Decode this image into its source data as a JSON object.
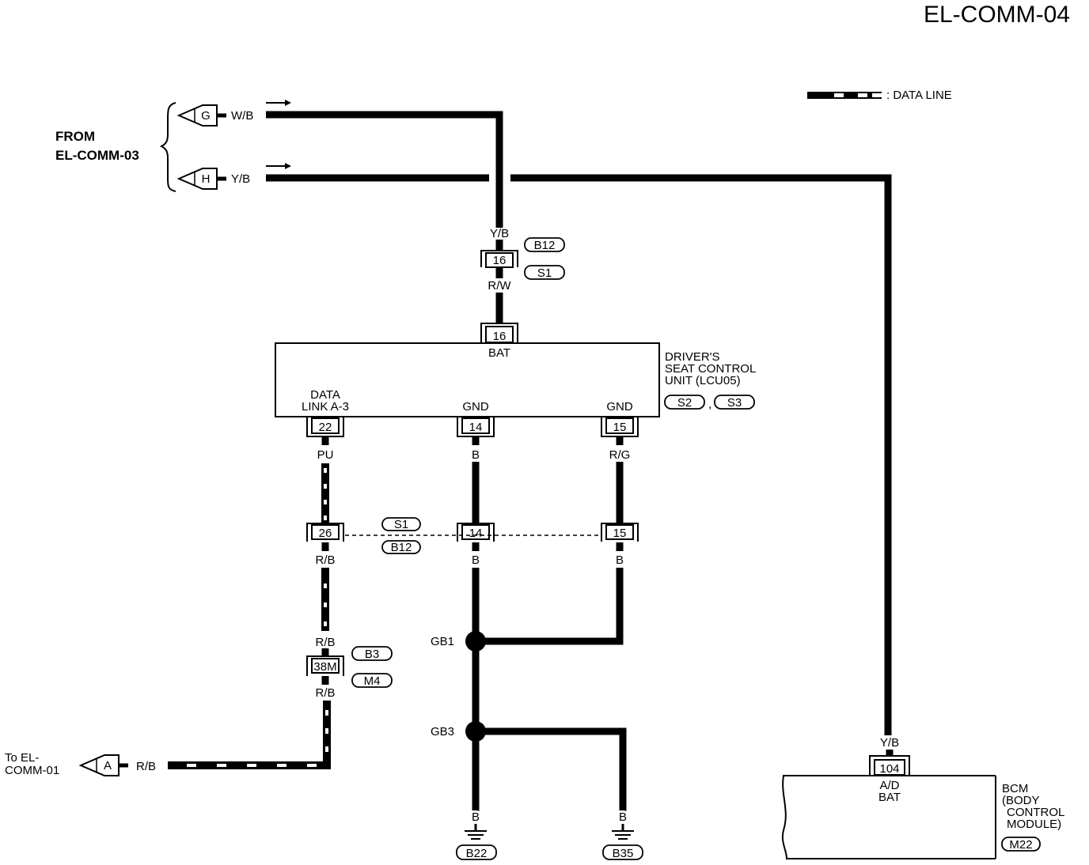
{
  "page_title": "EL-COMM-04",
  "legend": {
    "label": ": DATA LINE"
  },
  "from_ref": {
    "line1": "FROM",
    "line2": "EL-COMM-03"
  },
  "to_ref": {
    "line1": "To EL-",
    "line2": "COMM-01"
  },
  "connectors": {
    "g": "G",
    "h": "H",
    "a": "A"
  },
  "wires": {
    "wb_in": "W/B",
    "yb_in": "Y/B",
    "yb_top": "Y/B",
    "rw": "R/W",
    "pu": "PU",
    "b14": "B",
    "rg": "R/G",
    "rb_below26": "R/B",
    "b_below14": "B",
    "b_below15": "B",
    "rb_above38": "R/B",
    "rb_below38": "R/B",
    "rb_out": "R/B",
    "b_gnd1": "B",
    "b_gnd2": "B",
    "yb_bcm": "Y/B"
  },
  "pins": {
    "p16a": "16",
    "p16b": "16",
    "p22": "22",
    "p14a": "14",
    "p15a": "15",
    "p26": "26",
    "p14b": "14",
    "p15b": "15",
    "p38m": "38M",
    "p104": "104"
  },
  "tags": {
    "b12a": "B12",
    "s1a": "S1",
    "s1b": "S1",
    "b12b": "B12",
    "s2": "S2",
    "s3": "S3",
    "b3": "B3",
    "m4": "M4",
    "b22": "B22",
    "b35": "B35",
    "m22": "M22"
  },
  "seat_unit": {
    "bat": "BAT",
    "name1": "DRIVER'S",
    "name2": "SEAT CONTROL",
    "name3": "UNIT (LCU05)",
    "datalink1": "DATA",
    "datalink2": "LINK A-3",
    "gnd1": "GND",
    "gnd2": "GND",
    "comma": ","
  },
  "bcm": {
    "pin_label1": "A/D",
    "pin_label2": "BAT",
    "name1": "BCM",
    "name2": "(BODY",
    "name3": "CONTROL",
    "name4": "MODULE)"
  },
  "grounds": {
    "gb1": "GB1",
    "gb3": "GB3"
  }
}
